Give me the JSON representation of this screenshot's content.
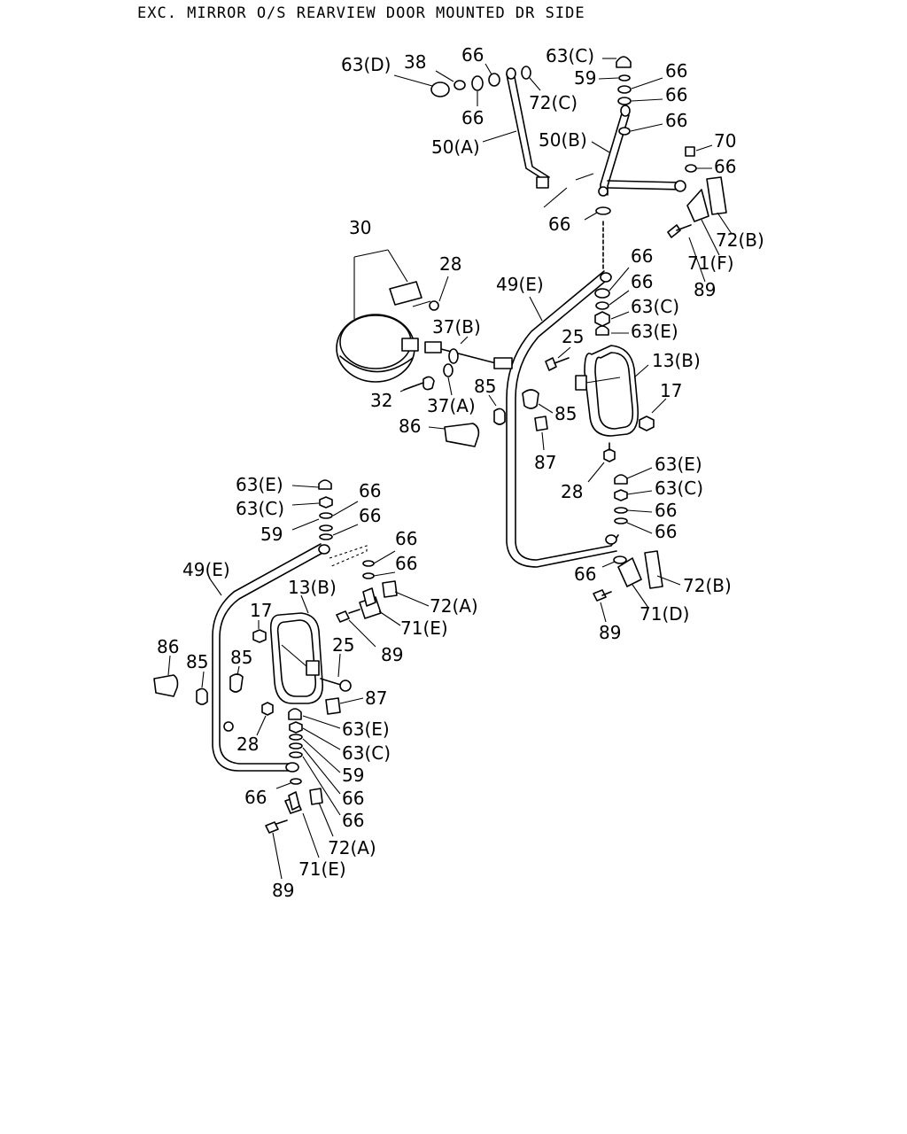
{
  "title": "EXC. MIRROR O/S REARVIEW DOOR MOUNTED DR SIDE",
  "labels": {
    "l_63d": "63(D)",
    "l_38": "38",
    "l_66a": "66",
    "l_66b": "66",
    "l_63c_top": "63(C)",
    "l_59_top": "59",
    "l_66c": "66",
    "l_66d": "66",
    "l_72c": "72(C)",
    "l_66e": "66",
    "l_50a": "50(A)",
    "l_50b": "50(B)",
    "l_70": "70",
    "l_66f": "66",
    "l_66g": "66",
    "l_72b_top": "72(B)",
    "l_71f": "71(F)",
    "l_89_top": "89",
    "l_30": "30",
    "l_28_top": "28",
    "l_49e_right": "49(E)",
    "l_66h": "66",
    "l_66i": "66",
    "l_63c_r": "63(C)",
    "l_63e_r": "63(E)",
    "l_25_r": "25",
    "l_13b_r": "13(B)",
    "l_37b": "37(B)",
    "l_17_r": "17",
    "l_32": "32",
    "l_37a": "37(A)",
    "l_85_r1": "85",
    "l_85_r2": "85",
    "l_86_r": "86",
    "l_87_r": "87",
    "l_28_r": "28",
    "l_63e_r2": "63(E)",
    "l_63c_r2": "63(C)",
    "l_66j": "66",
    "l_66k": "66",
    "l_66l": "66",
    "l_72b_r": "72(B)",
    "l_89_r": "89",
    "l_71d": "71(D)",
    "l_63e_l": "63(E)",
    "l_63c_l": "63(C)",
    "l_66m": "66",
    "l_59_l": "59",
    "l_66n": "66",
    "l_66o": "66",
    "l_66p": "66",
    "l_49e_left": "49(E)",
    "l_13b_l": "13(B)",
    "l_72a_l": "72(A)",
    "l_17_l": "17",
    "l_71e_l": "71(E)",
    "l_25_l": "25",
    "l_89_l": "89",
    "l_86_l": "86",
    "l_85_l1": "85",
    "l_85_l2": "85",
    "l_87_l": "87",
    "l_28_l": "28",
    "l_63e_l2": "63(E)",
    "l_63c_l2": "63(C)",
    "l_59_l2": "59",
    "l_66q": "66",
    "l_66r": "66",
    "l_66s": "66",
    "l_72a_l2": "72(A)",
    "l_71e_l2": "71(E)",
    "l_89_l2": "89"
  }
}
